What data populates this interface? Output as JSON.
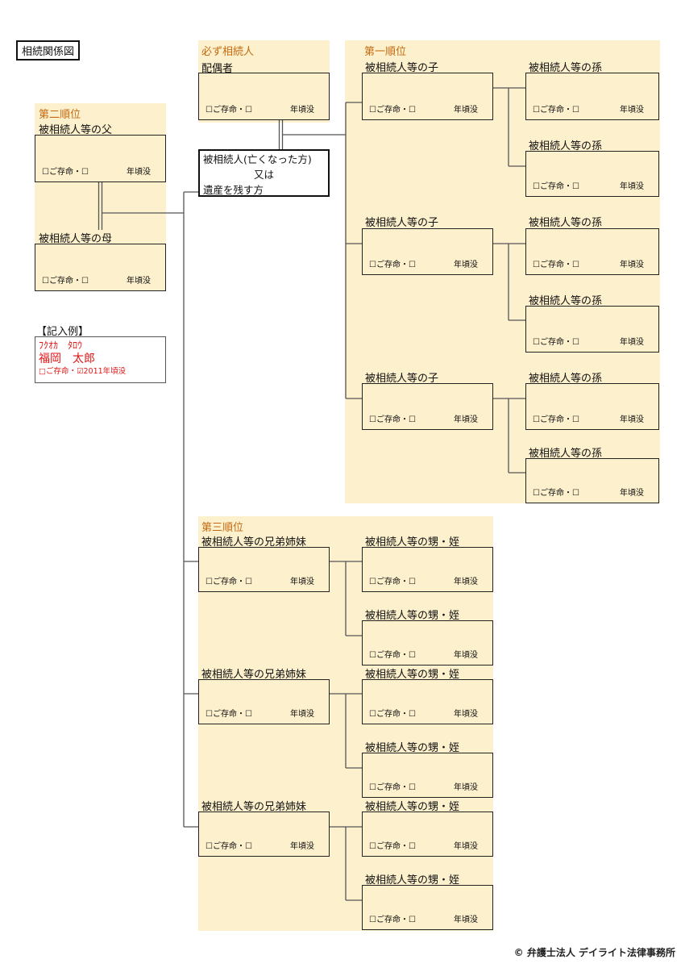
{
  "document_title": "相続関係図",
  "labels": {
    "required_heir": "必ず相続人",
    "spouse": "配偶者",
    "first_rank": "第一順位",
    "child": "被相続人等の子",
    "grandchild": "被相続人等の孫",
    "second_rank": "第二順位",
    "father": "被相続人等の父",
    "mother": "被相続人等の母",
    "third_rank": "第三順位",
    "sibling": "被相続人等の兄弟姉妹",
    "nephew_niece": "被相続人等の甥・姪"
  },
  "box_text": {
    "status": "☐ご存命・☐",
    "year": "年頃没"
  },
  "deceased": {
    "line1": "被相続人(亡くなった方)",
    "line2": "又は",
    "line3": "遺産を残す方"
  },
  "example": {
    "title": "【記入例】",
    "kana": "ﾌｸｵｶ　ﾀﾛｳ",
    "name": "福岡　太郎",
    "status": "□ご存命・☑2011年頃没"
  },
  "copyright": "© 弁護士法人 デイライト法律事務所",
  "colors": {
    "region_bg": "#fdf0cc",
    "rank_title": "#c46a12",
    "example_text": "#e11515"
  }
}
